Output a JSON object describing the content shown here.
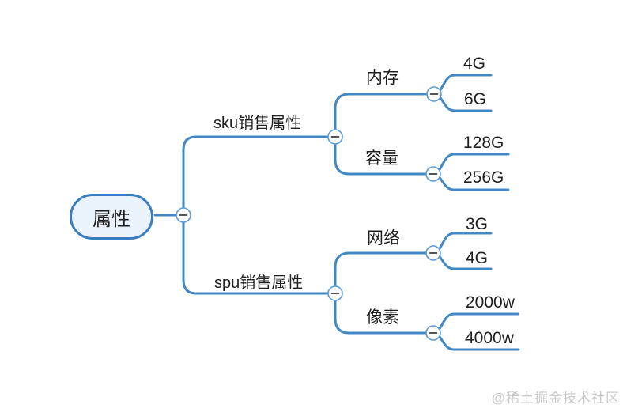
{
  "root": {
    "label": "属性"
  },
  "branches": [
    {
      "label": "sku销售属性",
      "children": [
        {
          "label": "内存",
          "children": [
            {
              "label": "4G"
            },
            {
              "label": "6G"
            }
          ]
        },
        {
          "label": "容量",
          "children": [
            {
              "label": "128G"
            },
            {
              "label": "256G"
            }
          ]
        }
      ]
    },
    {
      "label": "spu销售属性",
      "children": [
        {
          "label": "网络",
          "children": [
            {
              "label": "3G"
            },
            {
              "label": "4G"
            }
          ]
        },
        {
          "label": "像素",
          "children": [
            {
              "label": "2000w"
            },
            {
              "label": "4000w"
            }
          ]
        }
      ]
    }
  ],
  "watermark": {
    "text": "@稀土掘金技术社区"
  },
  "colors": {
    "line": "#4288c5",
    "root_border": "#3a7ec2",
    "root_fill": "#eaf3fb",
    "collapse_border": "#5b9bd5",
    "collapse_fill": "#ffffff",
    "minus": "#3d3d3d",
    "text": "#1f1f1f",
    "watermark": "#c9c9c9",
    "background": "#ffffff"
  },
  "icons": {
    "collapse": "minus-icon"
  }
}
